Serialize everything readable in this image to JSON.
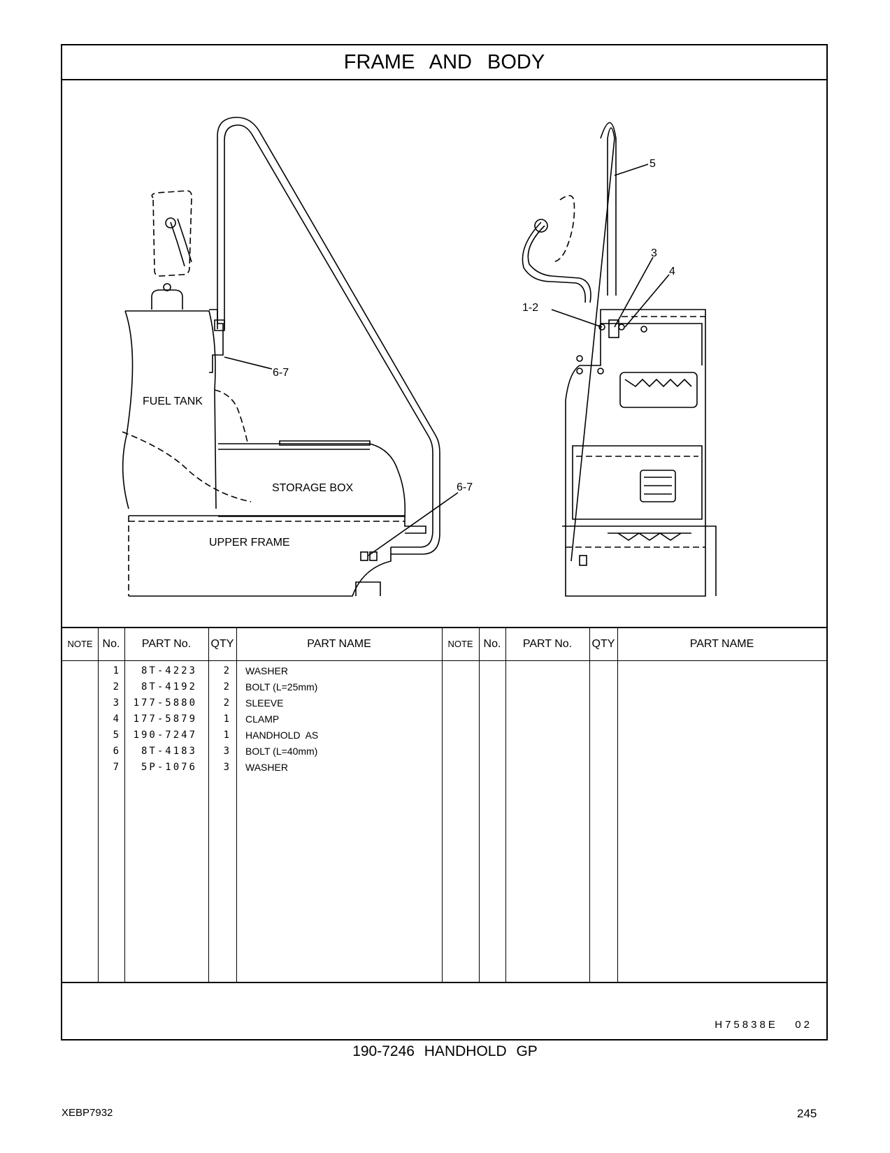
{
  "header": {
    "title": "FRAME   AND   BODY"
  },
  "drawing": {
    "labels": {
      "fuel_tank": "FUEL TANK",
      "storage_box": "STORAGE BOX",
      "upper_frame": "UPPER FRAME",
      "callout_6_7_top": "6-7",
      "callout_6_7_bottom": "6-7",
      "callout_5": "5",
      "callout_3": "3",
      "callout_4": "4",
      "callout_1_2": "1-2"
    }
  },
  "parts_table": {
    "headers": {
      "note": "NOTE",
      "no": "No.",
      "part_no": "PART No.",
      "qty": "QTY",
      "part_name": "PART NAME"
    },
    "rows": [
      {
        "no": "1",
        "part_no": "8T-4223",
        "qty": "2",
        "part_name": "WASHER"
      },
      {
        "no": "2",
        "part_no": "8T-4192",
        "qty": "2",
        "part_name": "BOLT (L=25mm)"
      },
      {
        "no": "3",
        "part_no": "177-5880",
        "qty": "2",
        "part_name": "SLEEVE"
      },
      {
        "no": "4",
        "part_no": "177-5879",
        "qty": "1",
        "part_name": "CLAMP"
      },
      {
        "no": "5",
        "part_no": "190-7247",
        "qty": "1",
        "part_name": "HANDHOLD  AS"
      },
      {
        "no": "6",
        "part_no": "8T-4183",
        "qty": "3",
        "part_name": "BOLT (L=40mm)"
      },
      {
        "no": "7",
        "part_no": "5P-1076",
        "qty": "3",
        "part_name": "WASHER"
      }
    ]
  },
  "reference_code": "H75838E   02",
  "caption": "190-7246   HANDHOLD   GP",
  "footer": {
    "doc_id": "XEBP7932",
    "page": "245"
  }
}
